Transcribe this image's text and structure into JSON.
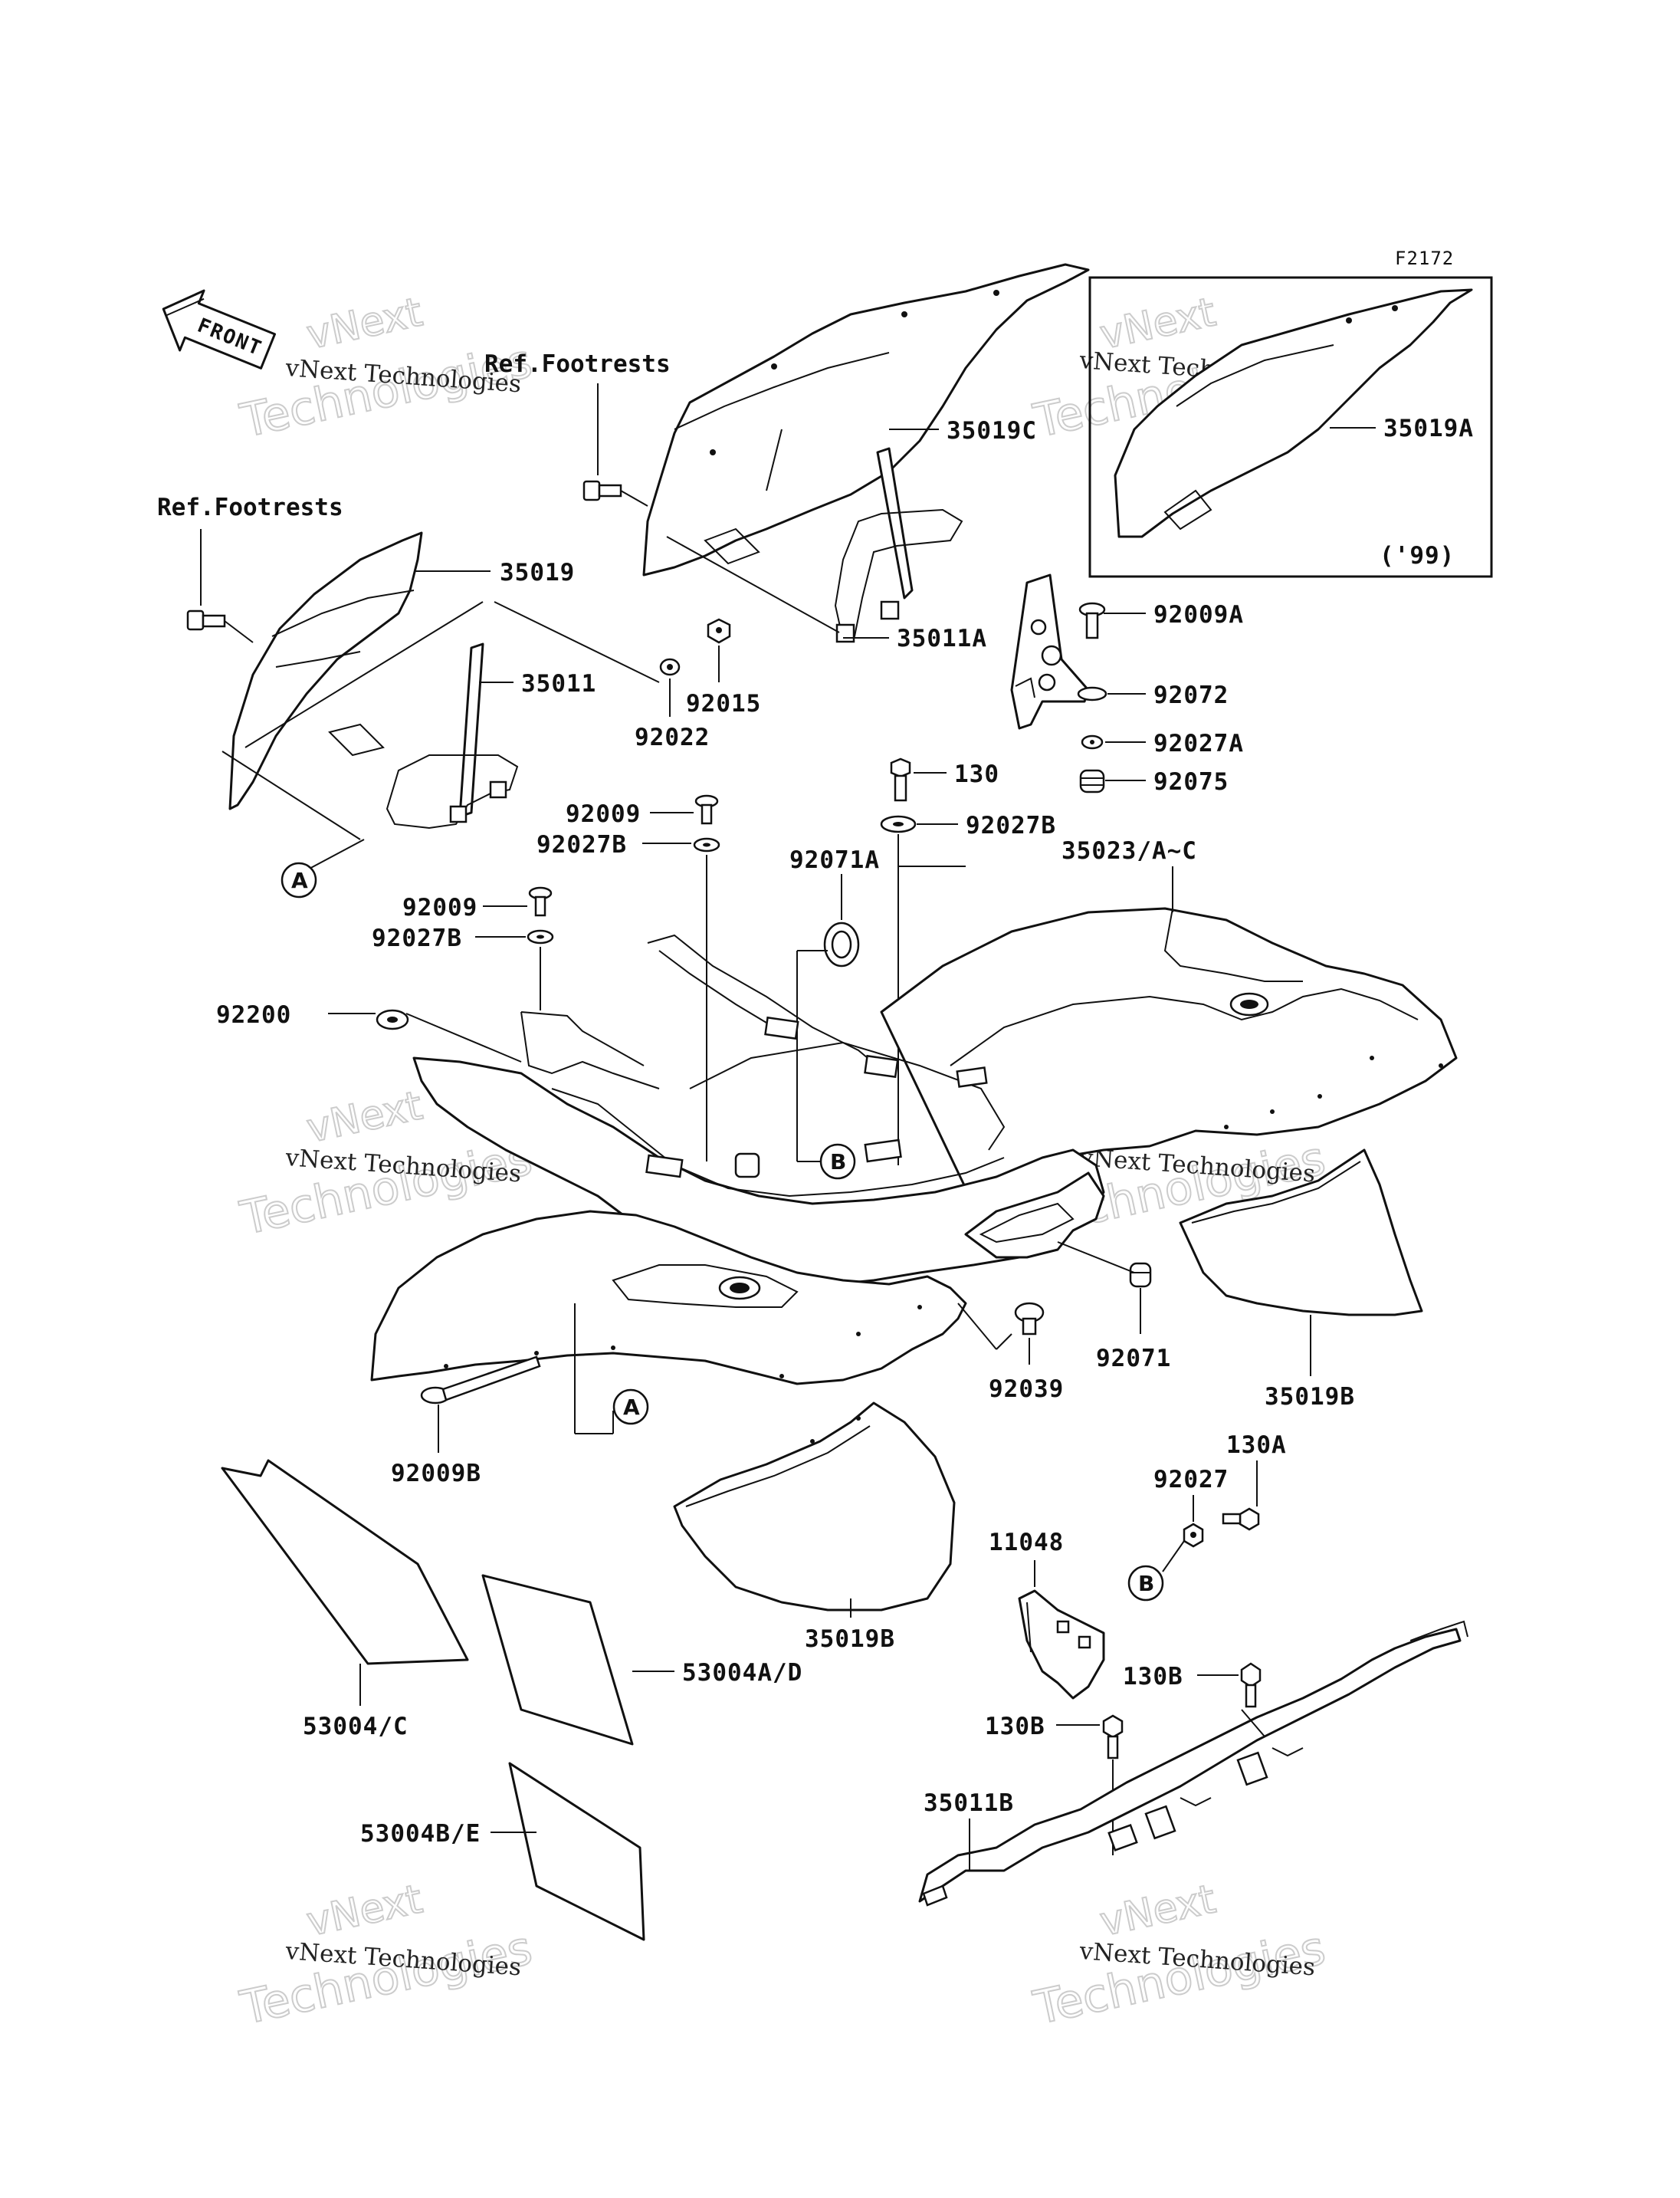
{
  "figure_code": "F2172",
  "front_label": "FRONT",
  "inset_year_label": "('99)",
  "watermark": {
    "vnext": "vNext",
    "company": "vNext Technologies",
    "technologies": "Technologies"
  },
  "reference_labels": {
    "ref_footrests_top": "Ref.Footrests",
    "ref_footrests_left": "Ref.Footrests"
  },
  "callout_circles": {
    "a_left": "A",
    "b_center": "B",
    "a_bottom": "A",
    "b_right": "B"
  },
  "part_labels": {
    "p35019C": "35019C",
    "p35019A": "35019A",
    "p35019": "35019",
    "p35011": "35011",
    "p92015": "92015",
    "p92022": "92022",
    "p35011A": "35011A",
    "p92009A": "92009A",
    "p92072": "92072",
    "p92027A": "92027A",
    "p92075": "92075",
    "p130": "130",
    "p92027B_a": "92027B",
    "p92009_a": "92009",
    "p92027B_b": "92027B",
    "p92071A": "92071A",
    "p35023": "35023/A~C",
    "p92009_b": "92009",
    "p92027B_c": "92027B",
    "p92200": "92200",
    "p92039": "92039",
    "p92071": "92071",
    "p35019B_right": "35019B",
    "p92009B": "92009B",
    "p130A": "130A",
    "p92027": "92027",
    "p11048": "11048",
    "p35019B_bottom": "35019B",
    "p53004C": "53004/C",
    "p53004AD": "53004A/D",
    "p130B_a": "130B",
    "p130B_b": "130B",
    "p35011B": "35011B",
    "p53004BE": "53004B/E"
  }
}
